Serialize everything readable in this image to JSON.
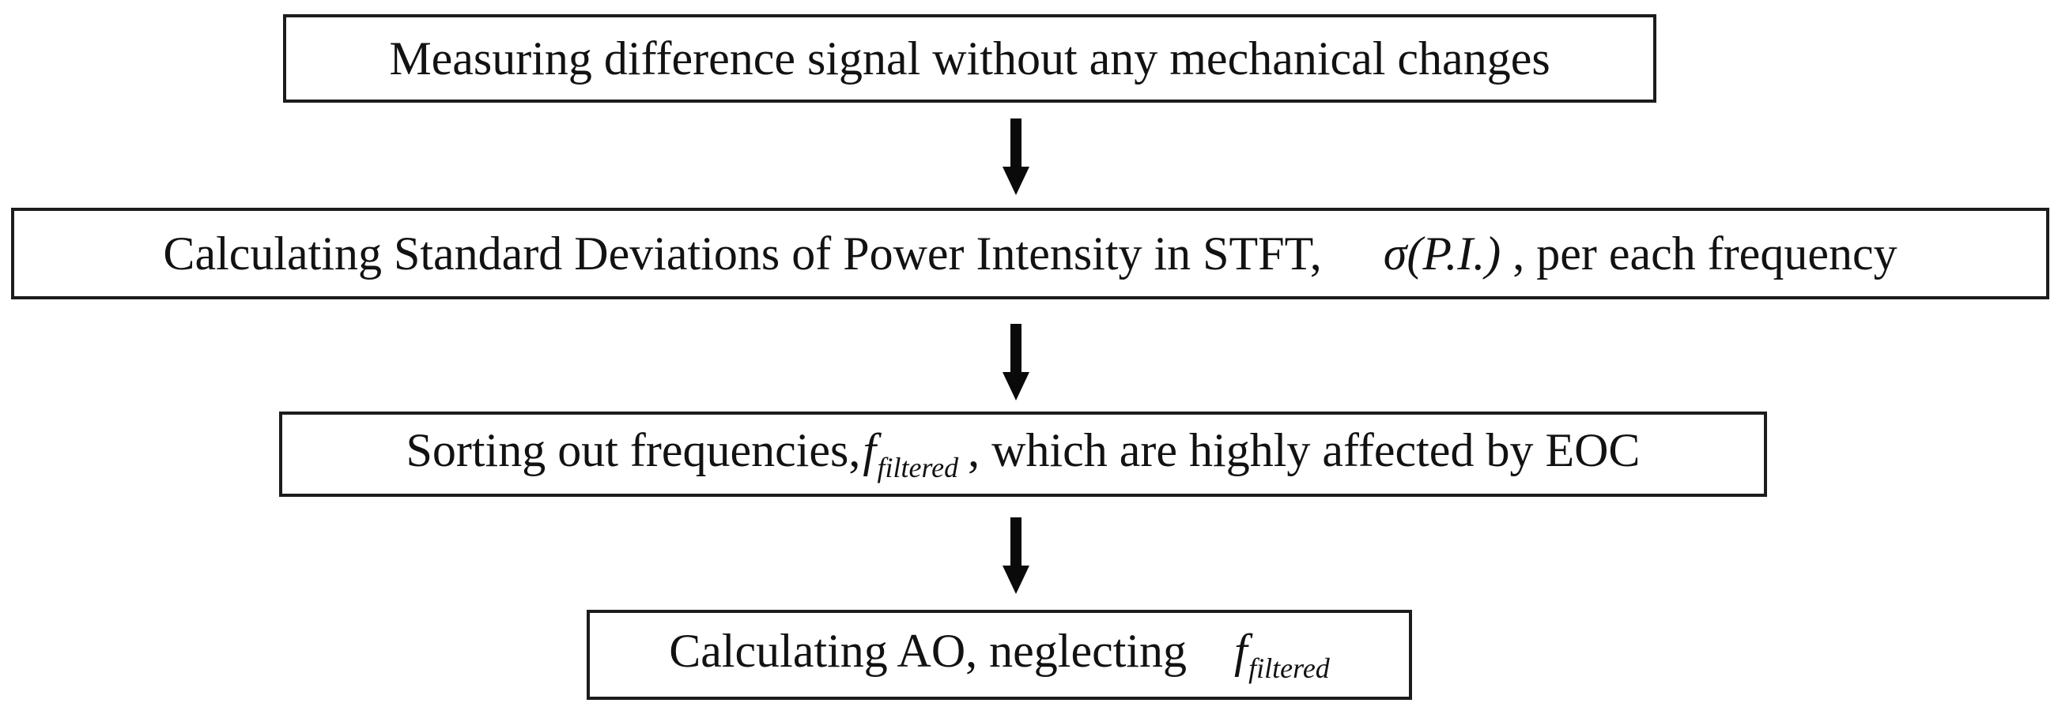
{
  "flowchart": {
    "steps": [
      {
        "id": "measure",
        "text": "Measuring difference signal without any mechanical changes"
      },
      {
        "id": "stft",
        "text_before": "Calculating Standard Deviations of Power Intensity in STFT,",
        "math": "σ(P.I.)",
        "text_after": ", per each frequency"
      },
      {
        "id": "sort",
        "text_before": "Sorting out frequencies,",
        "math_base": "f",
        "math_sub": "filtered",
        "text_after": ", which are highly affected by EOC"
      },
      {
        "id": "calc-ao",
        "text_before": "Calculating AO, neglecting",
        "math_base": "f",
        "math_sub": "filtered"
      }
    ],
    "arrows": [
      {
        "from": "measure",
        "to": "stft",
        "direction": "down"
      },
      {
        "from": "stft",
        "to": "sort",
        "direction": "down"
      },
      {
        "from": "sort",
        "to": "calc-ao",
        "direction": "down"
      }
    ]
  },
  "colors": {
    "background": "#ffffff",
    "text": "#121212",
    "border": "#1c1c1c",
    "arrow": "#0a0a0a"
  }
}
